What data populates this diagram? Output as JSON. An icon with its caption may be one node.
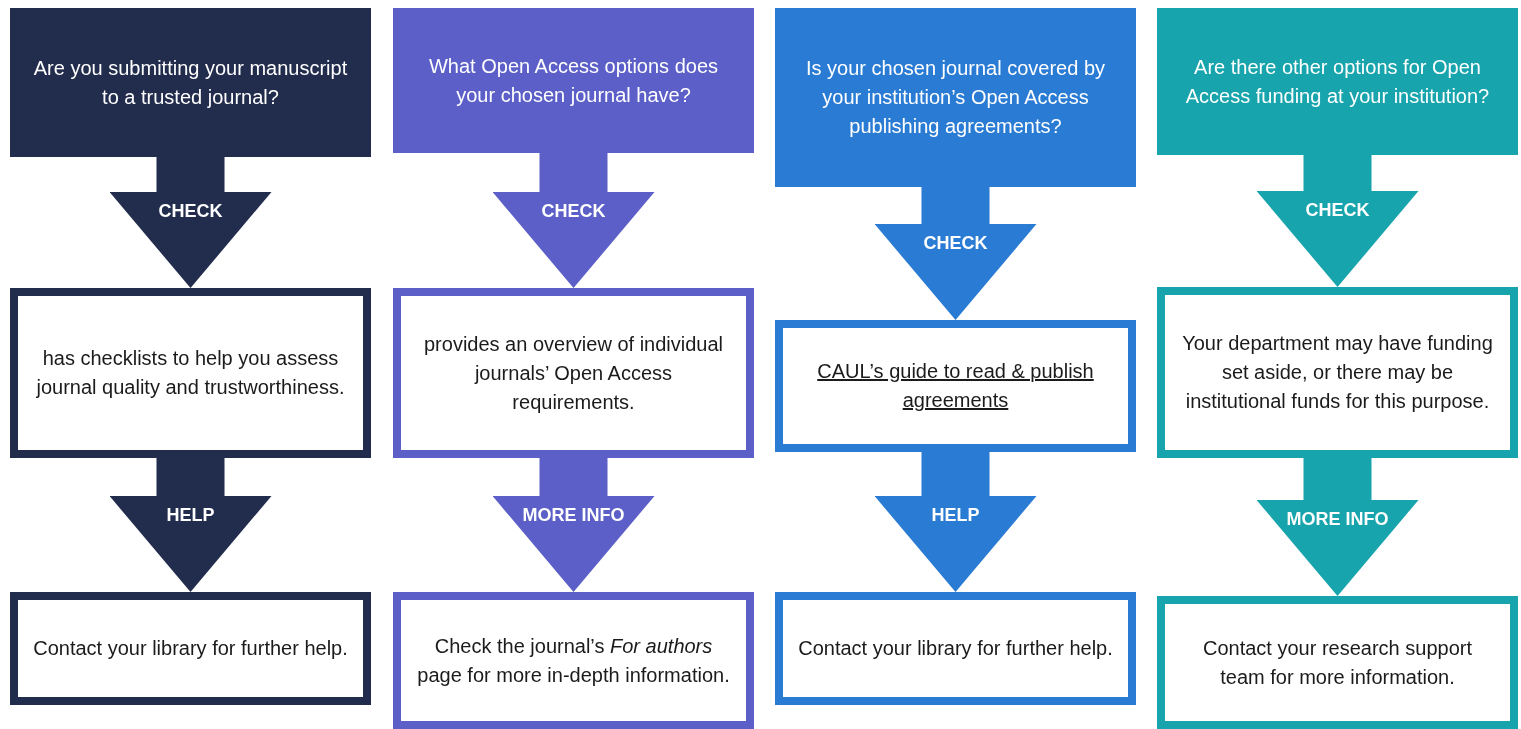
{
  "diagram": {
    "nodes": [
      {
        "text": [
          "Are you submitting your manuscript to a trusted journal?"
        ]
      },
      {
        "text": [
          "What Open Access options does your chosen journal have?"
        ]
      },
      {
        "text": [
          "Is your chosen journal covered by your institution’s Open Access publishing agreements?"
        ]
      },
      {
        "text": [
          "Are there other options for Open Access funding at your institution?"
        ]
      },
      {
        "text": [
          "has checklists to help you assess journal quality and trustworthiness."
        ]
      },
      {
        "text": [
          "provides an overview of individual journals’ Open Access requirements."
        ]
      },
      {
        "text": [
          "CAUL’s guide to read & publish agreements"
        ]
      },
      {
        "text": [
          "Your department may have funding set aside, or there may be institutional funds for this purpose."
        ]
      },
      {
        "text": [
          "Contact your library for further help."
        ]
      },
      {
        "text": [
          "Check the journal’s *For authors* page for more in-depth information."
        ]
      },
      {
        "text": [
          "Contact your library for further help."
        ]
      },
      {
        "text": [
          "Contact your research support team for more information."
        ]
      }
    ],
    "edges": [
      {
        "from": 0,
        "to": 4,
        "arrow": "to",
        "label": "CHECK",
        "color": "#222d4d"
      },
      {
        "from": 4,
        "to": 8,
        "arrow": "to",
        "label": "HELP",
        "color": "#222d4d"
      },
      {
        "from": 1,
        "to": 5,
        "arrow": "to",
        "label": "CHECK",
        "color": "#5b5fc7"
      },
      {
        "from": 5,
        "to": 9,
        "arrow": "to",
        "label": "MORE INFO",
        "color": "#5b5fc7"
      },
      {
        "from": 2,
        "to": 6,
        "arrow": "to",
        "label": "CHECK",
        "color": "#2a7bd4"
      },
      {
        "from": 6,
        "to": 10,
        "arrow": "to",
        "label": "HELP",
        "color": "#2a7bd4"
      },
      {
        "from": 3,
        "to": 7,
        "arrow": "to",
        "label": "CHECK",
        "color": "#17a4ad"
      },
      {
        "from": 7,
        "to": 11,
        "arrow": "to",
        "label": "MORE INFO",
        "color": "#17a4ad"
      }
    ]
  }
}
